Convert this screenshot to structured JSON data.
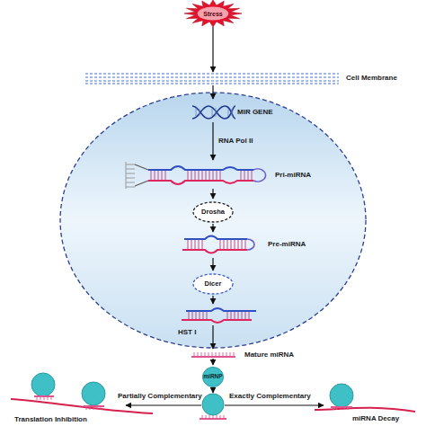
{
  "diagram": {
    "nodes": [
      {
        "text": [
          "Stress"
        ]
      },
      {
        "text": [
          "Cell Membrane"
        ]
      },
      {
        "text": [
          "Drosha"
        ]
      },
      {
        "text": [
          "Dicer"
        ]
      },
      {
        "text": [
          "miRNP"
        ]
      }
    ],
    "edges": [
      {
        "from": 0,
        "to": 1,
        "arrow": "to"
      }
    ],
    "labels": [
      "MIR GENE",
      "RNA Pol II",
      "Pri-miRNA",
      "Pre-miRNA",
      "HST I",
      "Mature miRNA",
      "Partially Complementary",
      "Exactly Complementary",
      "Translation Inhibition",
      "miRNA Decay"
    ]
  }
}
